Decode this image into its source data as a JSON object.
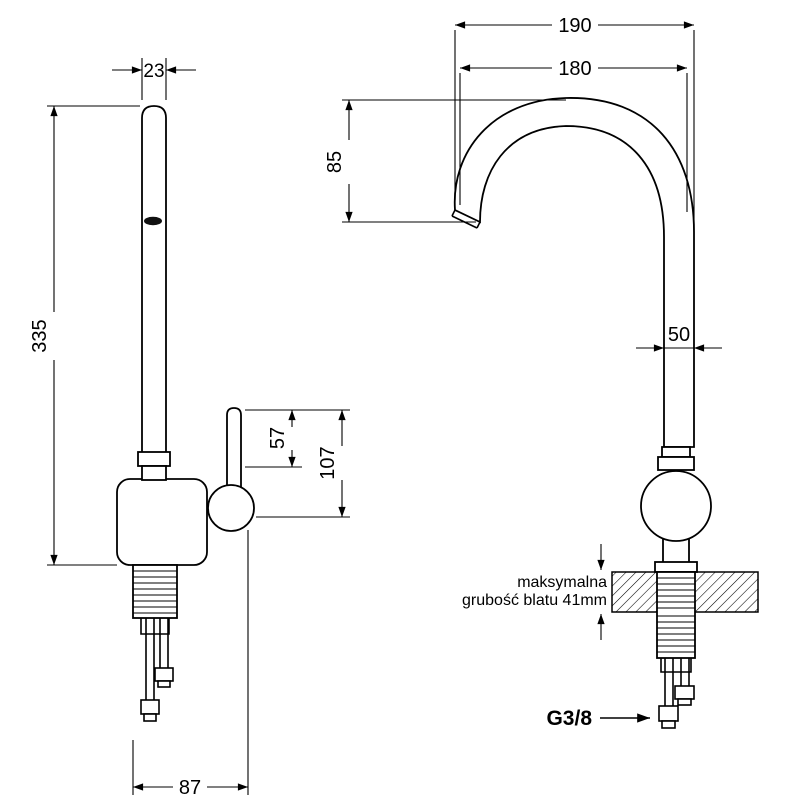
{
  "drawing": {
    "type": "faucet-technical-drawing",
    "views": [
      "side-view",
      "front-view"
    ]
  },
  "dimensions": {
    "spout_width": "23",
    "total_height": "335",
    "handle_height": "57",
    "body_height": "107",
    "spout_reach": "190",
    "spout_inner_reach": "180",
    "spout_drop": "85",
    "body_diameter": "50",
    "base_depth": "87",
    "thread_size": "G3/8"
  },
  "notes": {
    "counter_line1": "maksymalna",
    "counter_line2": "grubość blatu 41mm"
  },
  "colors": {
    "line": "#000000",
    "background": "#ffffff"
  }
}
